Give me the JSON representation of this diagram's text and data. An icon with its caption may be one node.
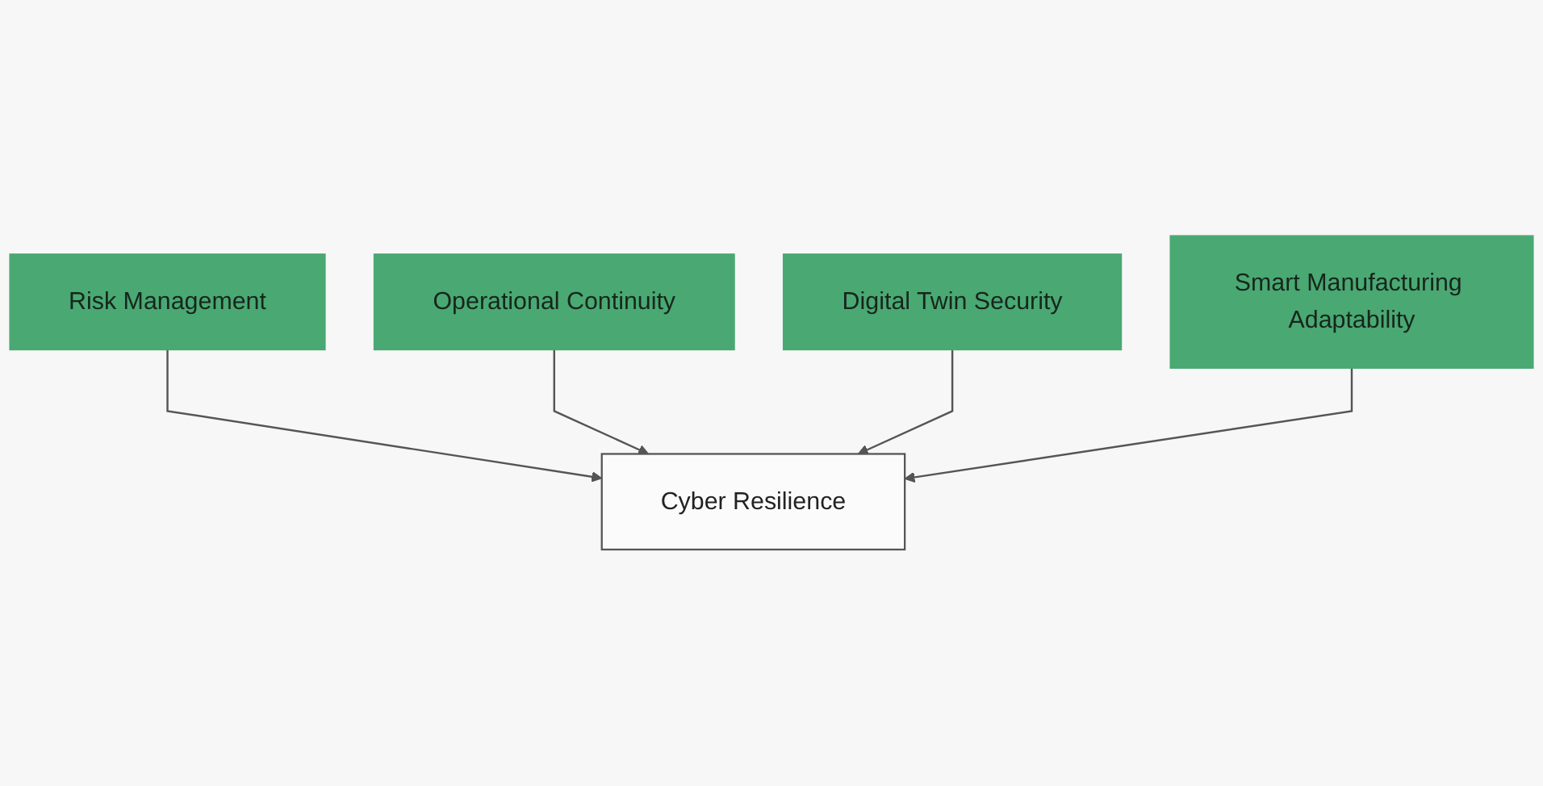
{
  "diagram": {
    "nodes": [
      {
        "text": [
          "Risk Management"
        ]
      },
      {
        "text": [
          "Operational Continuity"
        ]
      },
      {
        "text": [
          "Cyber Resilience"
        ]
      },
      {
        "text": [
          "Digital Twin Security"
        ]
      },
      {
        "text": [
          "Smart Manufacturing Adaptability"
        ]
      }
    ],
    "edges": [
      {
        "from": 0,
        "to": 2,
        "arrow": "to"
      },
      {
        "from": 1,
        "to": 2,
        "arrow": "to"
      },
      {
        "from": 3,
        "to": 2,
        "arrow": "to"
      },
      {
        "from": 4,
        "to": 2,
        "arrow": "to"
      }
    ]
  }
}
